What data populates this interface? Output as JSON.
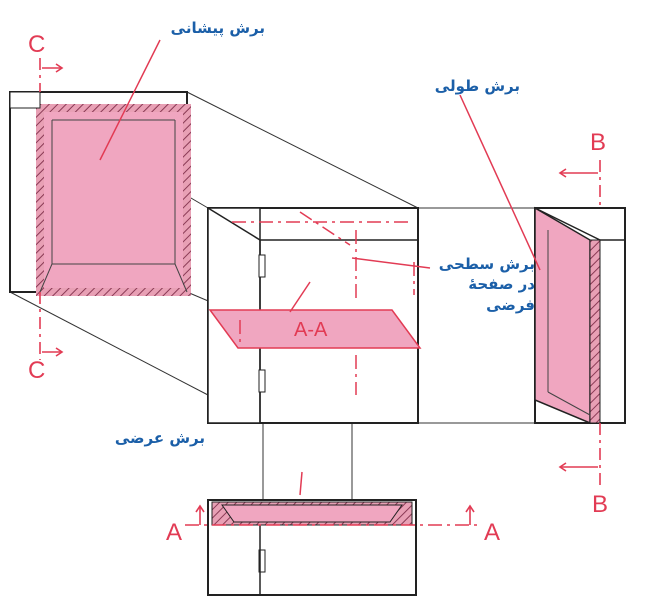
{
  "labels": {
    "front_section": "برش پیشانی",
    "longitudinal_section": "برش طولی",
    "surface_section_line1": "برش سطحی",
    "surface_section_line2": "در صفحهٔ",
    "surface_section_line3": "فرضی",
    "transverse_section": "برش عرضی"
  },
  "section_tags": {
    "c_top": "C",
    "c_bottom": "C",
    "b_top": "B",
    "b_bottom": "B",
    "a_left": "A",
    "a_right": "A",
    "aa_plane": "A-A"
  },
  "colors": {
    "section_fill": "#f0a6c0",
    "cut_line": "#e23b54",
    "outline": "#222222",
    "callout_text": "#1b5fa8"
  }
}
